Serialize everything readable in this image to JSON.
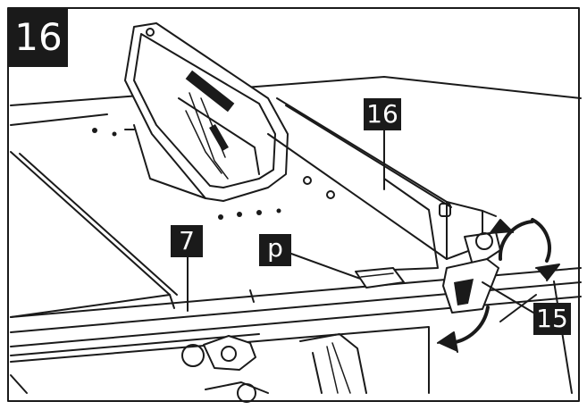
{
  "figure": {
    "number": "16",
    "callouts": {
      "fence": "16",
      "table": "7",
      "part_p": "p",
      "lever": "15"
    }
  },
  "colors": {
    "ink": "#1a1a1a",
    "paper": "#ffffff"
  },
  "icons": [
    "rotate-arrow-icon",
    "rotate-arrow-icon",
    "pull-down-arrow-icon"
  ]
}
